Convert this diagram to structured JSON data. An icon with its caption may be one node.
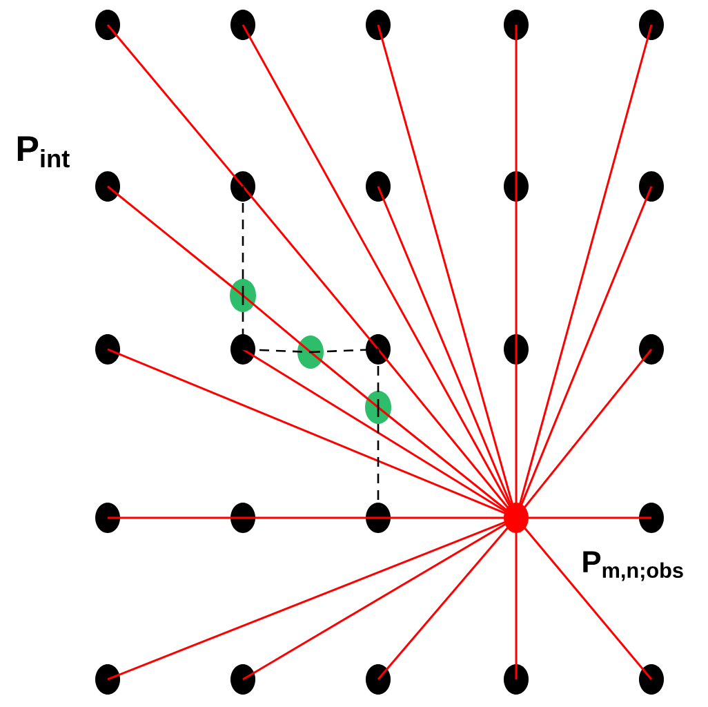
{
  "diagram": {
    "nodes": [
      {
        "text": [],
        "shape": "circle"
      },
      {
        "text": [],
        "shape": "circle"
      },
      {
        "text": [],
        "shape": "circle"
      },
      {
        "text": [],
        "shape": "circle"
      },
      {
        "text": [],
        "shape": "circle"
      },
      {
        "text": [],
        "shape": "circle",
        "beside": [
          "P$_{int}$"
        ]
      },
      {
        "text": [],
        "shape": "circle"
      },
      {
        "text": [],
        "shape": "circle"
      },
      {
        "text": [],
        "shape": "circle"
      },
      {
        "text": [],
        "shape": "circle"
      },
      {
        "text": [],
        "shape": "circle"
      },
      {
        "text": [],
        "shape": "circle"
      },
      {
        "text": [],
        "shape": "circle"
      },
      {
        "text": [],
        "shape": "circle"
      },
      {
        "text": [],
        "shape": "circle"
      },
      {
        "text": [],
        "shape": "circle"
      },
      {
        "text": [],
        "shape": "circle"
      },
      {
        "text": [],
        "shape": "circle"
      },
      {
        "text": [],
        "shape": "circle"
      },
      {
        "text": [],
        "shape": "circle"
      },
      {
        "text": [],
        "shape": "circle"
      },
      {
        "text": [],
        "shape": "circle"
      },
      {
        "text": [],
        "shape": "circle"
      },
      {
        "text": [],
        "shape": "circle"
      },
      {
        "text": [],
        "shape": "circle"
      },
      {
        "text": [],
        "shape": "circle"
      },
      {
        "text": [],
        "shape": "circle"
      },
      {
        "text": [],
        "shape": "circle"
      }
    ],
    "edges": [
      {
        "from": 0,
        "to": 6,
        "arrow": "none"
      },
      {
        "from": 6,
        "to": 12,
        "arrow": "none"
      },
      {
        "from": 12,
        "to": 21,
        "arrow": "none"
      },
      {
        "from": 1,
        "to": 21,
        "arrow": "none"
      },
      {
        "from": 2,
        "to": 21,
        "arrow": "none"
      },
      {
        "from": 3,
        "to": 8,
        "arrow": "none"
      },
      {
        "from": 8,
        "to": 13,
        "arrow": "none"
      },
      {
        "from": 13,
        "to": 21,
        "arrow": "none"
      },
      {
        "from": 4,
        "to": 21,
        "arrow": "none"
      },
      {
        "from": 5,
        "to": 15,
        "arrow": "none"
      },
      {
        "from": 15,
        "to": 16,
        "arrow": "none"
      },
      {
        "from": 16,
        "to": 17,
        "arrow": "none"
      },
      {
        "from": 17,
        "to": 21,
        "arrow": "none"
      },
      {
        "from": 7,
        "to": 21,
        "arrow": "none"
      },
      {
        "from": 9,
        "to": 21,
        "arrow": "none"
      },
      {
        "from": 10,
        "to": 21,
        "arrow": "none"
      },
      {
        "from": 11,
        "to": 21,
        "arrow": "none"
      },
      {
        "from": 14,
        "to": 21,
        "arrow": "none"
      },
      {
        "from": 18,
        "to": 19,
        "arrow": "none"
      },
      {
        "from": 19,
        "to": 20,
        "arrow": "none"
      },
      {
        "from": 20,
        "to": 21,
        "arrow": "none"
      },
      {
        "from": 22,
        "to": 21,
        "arrow": "none"
      },
      {
        "from": 23,
        "to": 21,
        "arrow": "none"
      },
      {
        "from": 24,
        "to": 21,
        "arrow": "none"
      },
      {
        "from": 25,
        "to": 21,
        "arrow": "none"
      },
      {
        "from": 26,
        "to": 21,
        "arrow": "none"
      },
      {
        "from": 27,
        "to": 21,
        "arrow": "none"
      },
      {
        "from": 6,
        "to": 15,
        "arrow": "none",
        "style": "dashed",
        "color": "#000000"
      },
      {
        "from": 15,
        "to": 11,
        "arrow": "none",
        "style": "dashed",
        "color": "#000000"
      },
      {
        "from": 11,
        "to": 16,
        "arrow": "none",
        "style": "dashed",
        "color": "#000000"
      },
      {
        "from": 16,
        "to": 12,
        "arrow": "none",
        "style": "dashed",
        "color": "#000000"
      },
      {
        "from": 12,
        "to": 17,
        "arrow": "none",
        "style": "dashed",
        "color": "#000000"
      },
      {
        "from": 17,
        "to": 20,
        "arrow": "none",
        "style": "dashed",
        "color": "#000000"
      }
    ],
    "labels": [
      "P$_{m,n;obs}$"
    ]
  }
}
